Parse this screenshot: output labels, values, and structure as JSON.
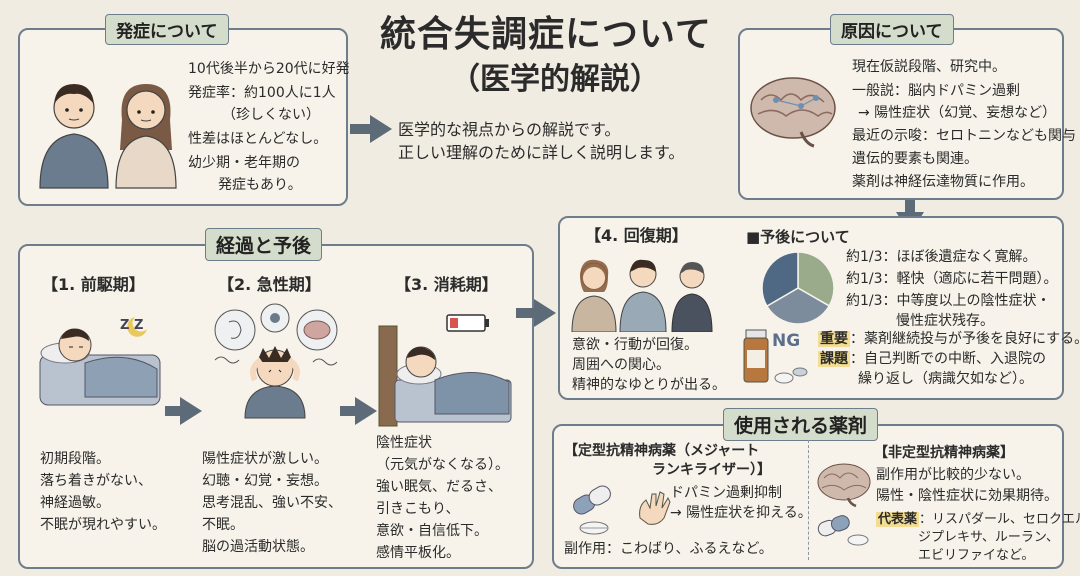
{
  "title": {
    "main": "統合失調症について",
    "sub": "（医学的解説）"
  },
  "intro": {
    "lines": [
      "医学的な視点からの解説です。",
      "正しい理解のために詳しく説明します。"
    ]
  },
  "onset": {
    "heading": "発症について",
    "lines": [
      "10代後半から20代に好発",
      "発症率：約100人に1人",
      "（珍しくない）",
      "性差はほとんどなし。",
      "幼少期・老年期の",
      "発症もあり。"
    ]
  },
  "cause": {
    "heading": "原因について",
    "lines": [
      "現在仮説段階、研究中。",
      "一般説：脳内ドパミン過剰",
      "→ 陽性症状（幻覚、妄想など）",
      "最近の示唆：セロトニンなども関与",
      "遺伝的要素も関連。",
      "薬剤は神経伝達物質に作用。"
    ]
  },
  "course": {
    "heading": "経過と予後",
    "stages": [
      {
        "title": "【1. 前駆期】",
        "lines": [
          "初期段階。",
          "落ち着きがない、",
          "神経過敏。",
          "不眠が現れやすい。"
        ]
      },
      {
        "title": "【2. 急性期】",
        "lines": [
          "陽性症状が激しい。",
          "幻聴・幻覚・妄想。",
          "思考混乱、強い不安、",
          "不眠。",
          "脳の過活動状態。"
        ]
      },
      {
        "title": "【3. 消耗期】",
        "lines": [
          "陰性症状",
          "（元気がなくなる）。",
          "強い眠気、だるさ、",
          "引きこもり、",
          "意欲・自信低下。",
          "感情平板化。"
        ]
      }
    ],
    "sleep_letters": "Z Z"
  },
  "recovery": {
    "title": "【4. 回復期】",
    "lines": [
      "意欲・行動が回復。",
      "周囲への関心。",
      "精神的なゆとりが出る。"
    ]
  },
  "prognosis": {
    "heading": "■予後について",
    "items": [
      "約1/3：ほぼ後遺症なく寛解。",
      "約1/3：軽快（適応に若干問題）。",
      "約1/3：中等度以上の陰性症状・",
      "慢性症状残存。"
    ],
    "ng": "NG",
    "important_label": "重要",
    "important_text": "：薬剤継続投与が予後を良好にする。",
    "issue_label": "課題",
    "issue_lines": [
      "：自己判断での中断、入退院の",
      "繰り返し（病識欠如など）。"
    ],
    "pie": {
      "values": [
        33.3,
        33.3,
        33.4
      ],
      "colors": [
        "#9aab8c",
        "#7c8c9c",
        "#4f6884"
      ]
    }
  },
  "drugs": {
    "heading": "使用される薬剤",
    "typical": {
      "title_lines": [
        "【定型抗精神病薬（メジャート",
        "ランキライザー）】"
      ],
      "effect_lines": [
        "ドパミン過剰抑制",
        "→ 陽性症状を抑える。"
      ],
      "side": "副作用：こわばり、ふるえなど。"
    },
    "atypical": {
      "title": "【非定型抗精神病薬】",
      "lines": [
        "副作用が比較的少ない。",
        "陽性・陰性症状に効果期待。"
      ],
      "rep_label": "代表薬",
      "rep_lines": [
        "：リスパダール、セロクエル、",
        "ジプレキサ、ルーラン、",
        "エビリファイなど。"
      ]
    }
  },
  "colors": {
    "panel_border": "#6e7d8c",
    "tag_bg": "#d4dccb",
    "arrow": "#5d6a78",
    "battery_low": "#d9534f"
  }
}
